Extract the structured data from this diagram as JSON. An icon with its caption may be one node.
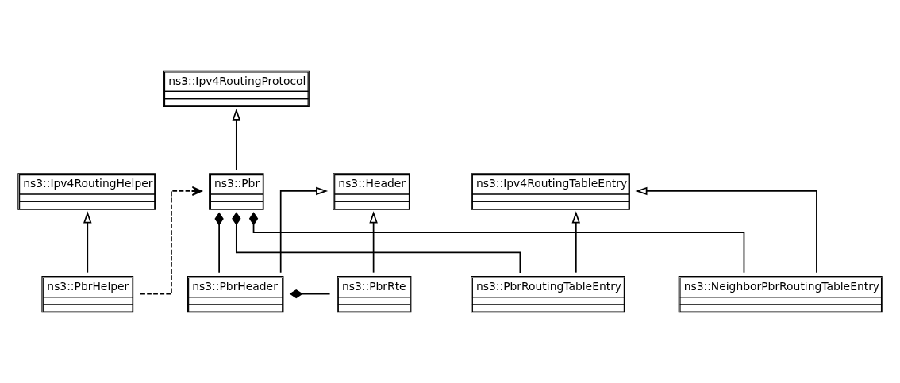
{
  "diagram": {
    "nodes": [
      {
        "text": [
          "ns3::Ipv4RoutingHelper"
        ]
      },
      {
        "text": [
          "ns3::Ipv4RoutingProtocol"
        ]
      },
      {
        "text": [
          "ns3::Header"
        ]
      },
      {
        "text": [
          "ns3::PbrHelper"
        ]
      },
      {
        "text": [
          "ns3::Pbr"
        ]
      },
      {
        "text": [
          "ns3::PbrHeader"
        ]
      },
      {
        "text": [
          "ns3::PbrRte"
        ]
      },
      {
        "text": [
          "ns3::PbrRoutingTableEntry"
        ]
      },
      {
        "text": [
          "ns3::Ipv4RoutingTableEntry"
        ]
      },
      {
        "text": [
          "ns3::NeighborPbrRoutingTableEntry"
        ]
      }
    ],
    "edges": [
      {
        "from": 3,
        "to": 0,
        "arrow": "to"
      },
      {
        "from": 4,
        "to": 1,
        "arrow": "to"
      },
      {
        "from": 5,
        "to": 2,
        "arrow": "to"
      },
      {
        "from": 6,
        "to": 2,
        "arrow": "to"
      },
      {
        "from": 3,
        "to": 4,
        "arrow": "to",
        "style": "dashed"
      },
      {
        "from": 4,
        "to": 5,
        "arrow": "other"
      },
      {
        "from": 5,
        "to": 6,
        "arrow": "other"
      },
      {
        "from": 4,
        "to": 7,
        "arrow": "other"
      },
      {
        "from": 4,
        "to": 9,
        "arrow": "other"
      },
      {
        "from": 7,
        "to": 8,
        "arrow": "to"
      },
      {
        "from": 9,
        "to": 8,
        "arrow": "to"
      }
    ]
  }
}
